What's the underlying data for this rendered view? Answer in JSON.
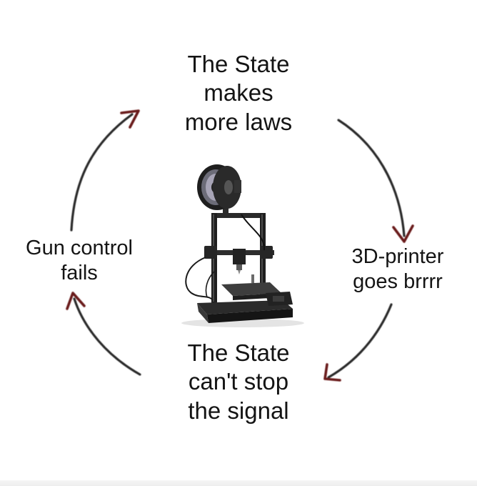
{
  "cycle": {
    "top": [
      "The State",
      "makes",
      "more laws"
    ],
    "right": [
      "3D-printer",
      "goes brrrr"
    ],
    "bottom": [
      "The State",
      "can't stop",
      "the signal"
    ],
    "left": [
      "Gun control",
      "fails"
    ]
  },
  "center_image": {
    "icon": "3d-printer-icon"
  },
  "colors": {
    "text": "#141414",
    "arrow": "#2a2a2a",
    "arrowhead": "#7a1e1e",
    "background": "#ffffff"
  }
}
